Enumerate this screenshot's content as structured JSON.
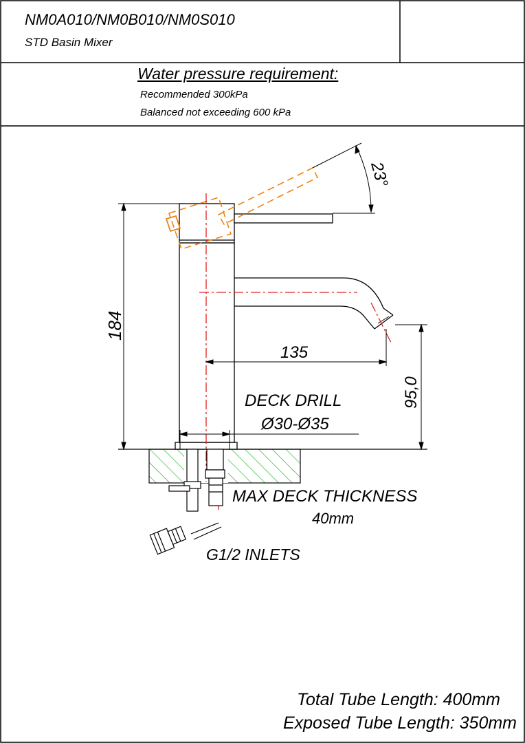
{
  "title_block": {
    "model_codes": "NM0A010/NM0B010/NM0S010",
    "product_name": "STD Basin Mixer"
  },
  "pressure": {
    "heading": "Water pressure requirement:",
    "recommended": "Recommended 300kPa",
    "balanced": "Balanced not exceeding 600 kPa"
  },
  "dimensions": {
    "height": "184",
    "reach": "135",
    "spout_height": "95,0",
    "lever_angle": "23°"
  },
  "labels": {
    "deck_drill_title": "DECK DRILL",
    "deck_drill_size": "Ø30-Ø35",
    "max_deck_line1": "MAX DECK THICKNESS",
    "max_deck_line2": "40mm",
    "inlets": "G1/2 INLETS"
  },
  "notes": {
    "total_tube": "Total Tube Length: 400mm",
    "exposed_tube": "Exposed Tube Length: 350mm"
  },
  "colors": {
    "line": "#000000",
    "centerline": "#e02020",
    "lever_alt": "#f08010",
    "hatch": "#20b020"
  }
}
